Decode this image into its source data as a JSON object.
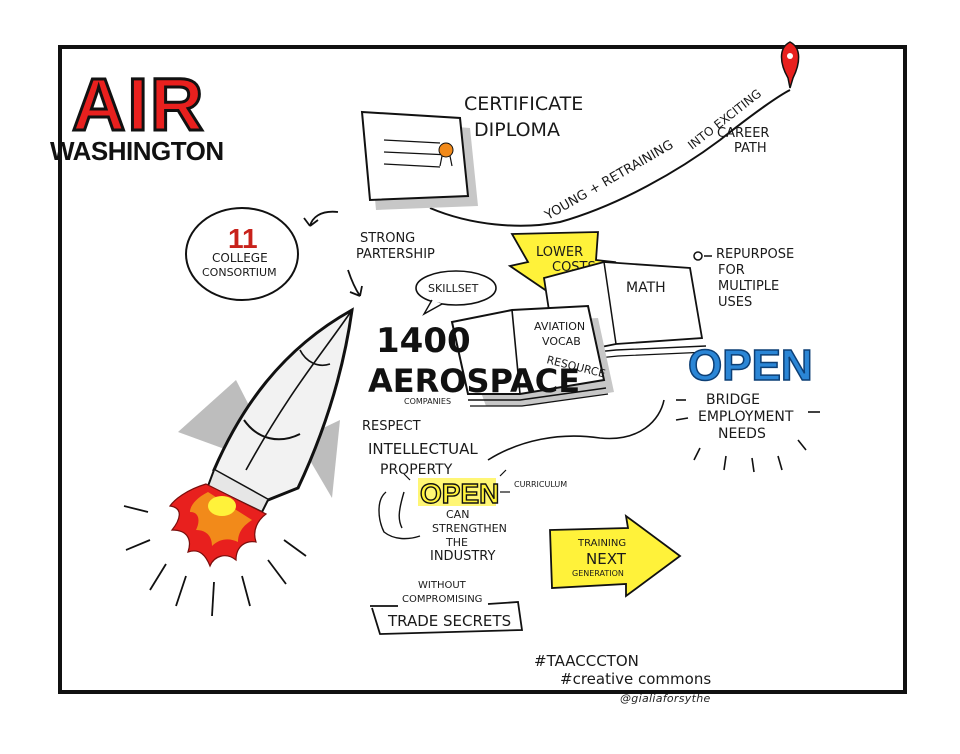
{
  "title": {
    "main": "AIR",
    "sub": "WASHINGTON"
  },
  "consortium": {
    "number": "11",
    "line1": "COLLEGE",
    "line2": "CONSORTIUM"
  },
  "partnership": {
    "line1": "STRONG",
    "line2": "PARTERSHIP"
  },
  "credentials": {
    "line1": "CERTIFICATE",
    "line2": "DIPLOMA"
  },
  "path": {
    "line1": "YOUNG + RETRAINING",
    "line2": "INTO EXCITING",
    "line3": "CAREER",
    "line4": "PATH"
  },
  "costs": {
    "line1": "LOWER",
    "line2": "COSTS"
  },
  "skillset": "SKILLSET",
  "aerospace": {
    "number": "1400",
    "word": "AEROSPACE",
    "sub": "COMPANIES"
  },
  "book": {
    "line1": "AVIATION",
    "line2": "VOCAB",
    "line3": "RESOURCE",
    "right": "MATH"
  },
  "repurpose": {
    "line1": "REPURPOSE",
    "line2": "FOR",
    "line3": "MULTIPLE",
    "line4": "USES"
  },
  "open_main": {
    "word": "OPEN",
    "line1": "BRIDGE",
    "line2": "EMPLOYMENT",
    "line3": "NEEDS"
  },
  "respect": {
    "line1": "RESPECT",
    "line2": "INTELLECTUAL",
    "line3": "PROPERTY"
  },
  "open_small": {
    "word": "OPEN",
    "note": "CURRICULUM",
    "line1": "CAN",
    "line2": "STRENGTHEN",
    "line3": "THE",
    "line4": "INDUSTRY"
  },
  "training": {
    "line1": "TRAINING",
    "line2": "NEXT",
    "line3": "GENERATION"
  },
  "secrets": {
    "line1": "WITHOUT",
    "line2": "COMPROMISING",
    "line3": "TRADE SECRETS"
  },
  "hashtags": {
    "tag1": "#TAACCCTON",
    "tag2": "#creative commons"
  },
  "credit": "@gialiaforsythe",
  "colors": {
    "red": "#e8201e",
    "blue": "#2b86d6",
    "yellow": "#fff23a",
    "orange": "#f28a1a",
    "ink": "#1a1a1a",
    "shadow": "#bdbdbd"
  }
}
